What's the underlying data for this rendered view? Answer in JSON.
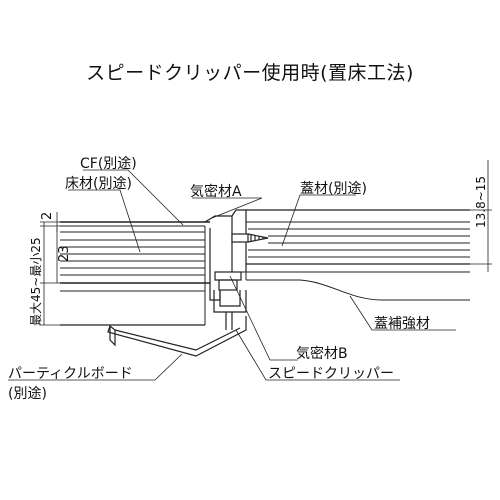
{
  "title": "スピードクリッパー使用時(置床工法)",
  "labels": {
    "cf": "CF(別途)",
    "floor_material": "床材(別途)",
    "airtight_a": "気密材A",
    "lid_material": "蓋材(別途)",
    "lid_reinforcement": "蓋補強材",
    "airtight_b": "気密材B",
    "speed_clipper": "スピードクリッパー",
    "particle_board_line1": "パーティクルボード",
    "particle_board_line2": "(別途)"
  },
  "dimensions": {
    "cf_thickness": "2",
    "floor_thickness": "23",
    "total_range": "最大45~最小25",
    "lid_range": "13.8~15"
  }
}
